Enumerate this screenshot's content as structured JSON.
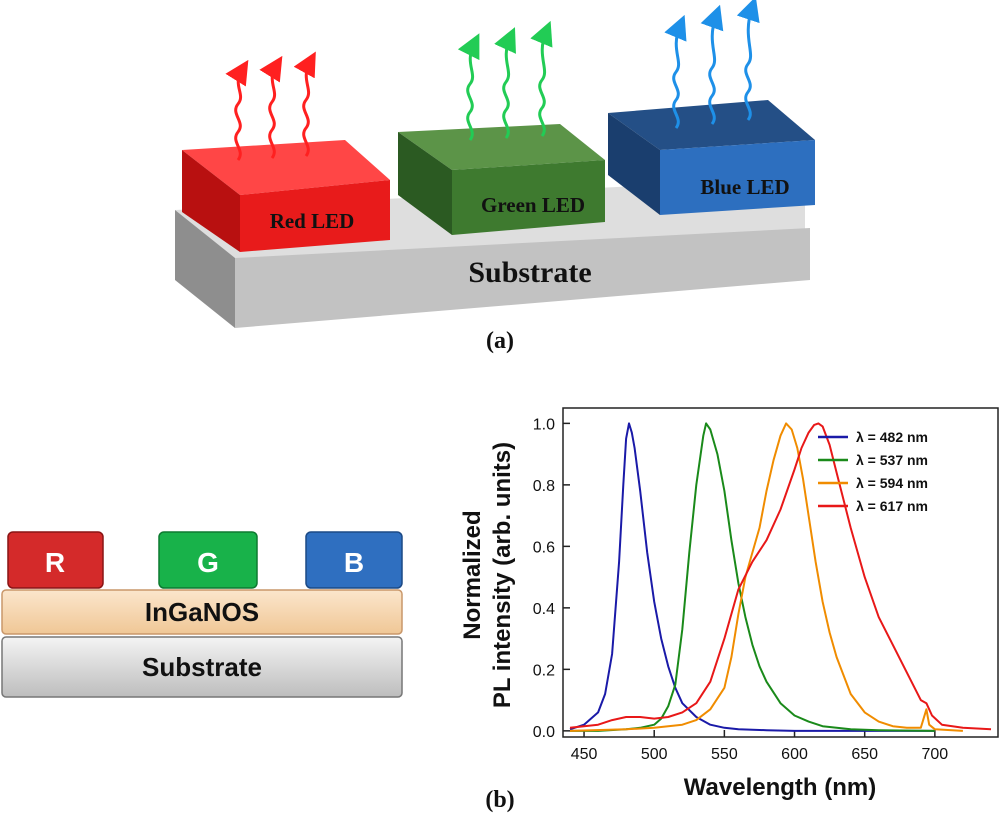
{
  "panel_a": {
    "caption": "(a)",
    "substrate_label": "Substrate",
    "leds": [
      {
        "label": "Red LED",
        "color": "#e81b1b"
      },
      {
        "label": "Green LED",
        "color": "#3e7a2f"
      },
      {
        "label": "Blue LED",
        "color": "#2d6fbf"
      }
    ],
    "emission_colors": [
      "#ff2020",
      "#22cc55",
      "#1e90e8"
    ],
    "substrate_color": "#c8c8c8"
  },
  "panel_b": {
    "caption": "(b)",
    "pixel_labels": [
      "R",
      "G",
      "B"
    ],
    "pixel_colors": [
      "#d42a2a",
      "#18b24a",
      "#2f6fc0"
    ],
    "layer_label": "InGaNOS",
    "layer_color": "#f6d7b2",
    "substrate_label": "Substrate",
    "substrate_color": "#e4e4e4"
  },
  "chart_data": {
    "type": "line",
    "title": "",
    "xlabel": "Wavelength (nm)",
    "ylabel_line1": "Normalized",
    "ylabel_line2": "PL intensity (arb. units)",
    "xlim": [
      435,
      745
    ],
    "ylim": [
      -0.02,
      1.05
    ],
    "x_ticks": [
      450,
      500,
      550,
      600,
      650,
      700
    ],
    "x_tick_labels": [
      "450",
      "500",
      "550",
      "600",
      "650",
      "700"
    ],
    "y_ticks": [
      0.0,
      0.2,
      0.4,
      0.6,
      0.8,
      1.0
    ],
    "y_tick_labels": [
      "0.0",
      "0.2",
      "0.4",
      "0.6",
      "0.8",
      "1.0"
    ],
    "grid": false,
    "legend_position": "top-right",
    "series": [
      {
        "name": "λ = 482 nm",
        "color": "#1a1aa8",
        "x": [
          440,
          450,
          460,
          465,
          470,
          475,
          478,
          480,
          482,
          484,
          486,
          490,
          495,
          500,
          505,
          510,
          515,
          520,
          530,
          540,
          550,
          560,
          580,
          600,
          650,
          700
        ],
        "y": [
          0.005,
          0.02,
          0.06,
          0.12,
          0.25,
          0.55,
          0.8,
          0.95,
          1.0,
          0.97,
          0.92,
          0.78,
          0.58,
          0.42,
          0.3,
          0.21,
          0.14,
          0.09,
          0.045,
          0.02,
          0.01,
          0.005,
          0.002,
          0.0,
          0.0,
          0.0
        ]
      },
      {
        "name": "λ = 537 nm",
        "color": "#1a8a1a",
        "x": [
          440,
          460,
          480,
          490,
          500,
          505,
          510,
          515,
          520,
          525,
          530,
          535,
          537,
          540,
          545,
          550,
          555,
          560,
          565,
          570,
          575,
          580,
          590,
          600,
          610,
          620,
          640,
          660,
          700
        ],
        "y": [
          0.0,
          0.0,
          0.005,
          0.01,
          0.02,
          0.04,
          0.08,
          0.15,
          0.33,
          0.58,
          0.8,
          0.96,
          1.0,
          0.98,
          0.9,
          0.78,
          0.62,
          0.48,
          0.37,
          0.28,
          0.21,
          0.16,
          0.09,
          0.05,
          0.03,
          0.015,
          0.005,
          0.002,
          0.0
        ]
      },
      {
        "name": "λ = 594 nm",
        "color": "#f08c00",
        "x": [
          440,
          480,
          500,
          520,
          530,
          540,
          550,
          555,
          560,
          565,
          570,
          575,
          580,
          585,
          590,
          594,
          598,
          602,
          606,
          610,
          615,
          620,
          625,
          630,
          640,
          650,
          660,
          670,
          680,
          690,
          692,
          694,
          696,
          700,
          720
        ],
        "y": [
          0.0,
          0.005,
          0.01,
          0.02,
          0.035,
          0.07,
          0.14,
          0.24,
          0.38,
          0.5,
          0.58,
          0.66,
          0.78,
          0.88,
          0.96,
          1.0,
          0.98,
          0.92,
          0.82,
          0.7,
          0.55,
          0.42,
          0.32,
          0.24,
          0.12,
          0.06,
          0.03,
          0.015,
          0.01,
          0.01,
          0.04,
          0.07,
          0.02,
          0.005,
          0.0
        ]
      },
      {
        "name": "λ = 617 nm",
        "color": "#e81818",
        "x": [
          440,
          450,
          460,
          470,
          480,
          490,
          500,
          510,
          520,
          530,
          540,
          550,
          560,
          570,
          580,
          590,
          600,
          605,
          610,
          614,
          617,
          620,
          625,
          630,
          640,
          650,
          660,
          670,
          680,
          690,
          694,
          698,
          705,
          720,
          740
        ],
        "y": [
          0.01,
          0.015,
          0.02,
          0.035,
          0.045,
          0.045,
          0.04,
          0.045,
          0.06,
          0.09,
          0.16,
          0.3,
          0.46,
          0.55,
          0.62,
          0.72,
          0.85,
          0.92,
          0.97,
          0.995,
          1.0,
          0.99,
          0.93,
          0.84,
          0.66,
          0.5,
          0.37,
          0.28,
          0.19,
          0.1,
          0.09,
          0.05,
          0.02,
          0.01,
          0.005
        ]
      }
    ]
  }
}
